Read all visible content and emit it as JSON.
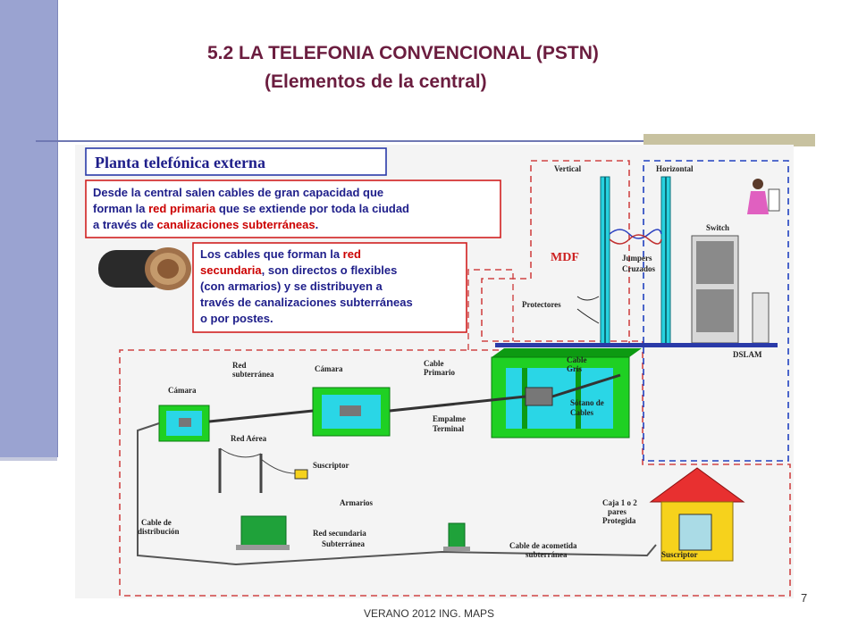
{
  "slide": {
    "title": "5.2 LA TELEFONIA CONVENCIONAL (PSTN)",
    "subtitle": "(Elementos de la central)",
    "footer": "VERANO 2012 ING. MAPS",
    "page_number": "7"
  },
  "diagram": {
    "heading": "Planta telefónica externa",
    "text_box_1": {
      "line1_a": "Desde la central salen cables de gran capacidad que",
      "line2_a": "forman la ",
      "line2_b": "red primaria",
      "line2_c": " que se extiende por toda la ciudad",
      "line3_a": "a través de ",
      "line3_b": "canalizaciones subterráneas",
      "line3_c": "."
    },
    "text_box_2": {
      "line1_a": "Los cables que forman la ",
      "line1_b": "red",
      "line2_a": "secundaria",
      "line2_b": ", son directos o flexibles",
      "line3": "(con armarios) y se distribuyen a",
      "line4": "través de canalizaciones subterráneas",
      "line5": "o por postes."
    },
    "labels": {
      "vertical": "Vertical",
      "horizontal": "Horizontal",
      "switch": "Switch",
      "mdf": "MDF",
      "jumpers_1": "Jumpers",
      "jumpers_2": "Cruzados",
      "protectores": "Protectores",
      "dslam": "DSLAM",
      "red_subterranea_1": "Red",
      "red_subterranea_2": "subterránea",
      "camara_center": "Cámara",
      "camara_left": "Cámara",
      "cable_primario_1": "Cable",
      "cable_primario_2": "Primario",
      "cable_gris_1": "Cable",
      "cable_gris_2": "Gris",
      "sotano_1": "Sótano de",
      "sotano_2": "Cables",
      "empalme_1": "Empalme",
      "empalme_2": "Terminal",
      "red_aerea": "Red Aérea",
      "suscriptor_top": "Suscriptor",
      "armarios": "Armarios",
      "red_secundaria_1": "Red secundaria",
      "red_secundaria_2": "Subterránea",
      "cable_distribucion_1": "Cable de",
      "cable_distribucion_2": "distribución",
      "caja_1": "Caja 1 o 2",
      "caja_2": "pares",
      "caja_3": "Protegida",
      "acometida_1": "Cable de acometida",
      "acometida_2": "subterránea",
      "suscriptor_bottom": "Suscriptor"
    }
  },
  "colors": {
    "title": "#6b1d3f",
    "sidebar": "#9aa3d1",
    "heading_text": "#1e1e8a",
    "highlight_red": "#cc0000",
    "dashed_red": "#d04545",
    "dashed_blue": "#2040c0",
    "chamber_green": "#17c21d",
    "chamber_cyan": "#2ad6e6"
  }
}
